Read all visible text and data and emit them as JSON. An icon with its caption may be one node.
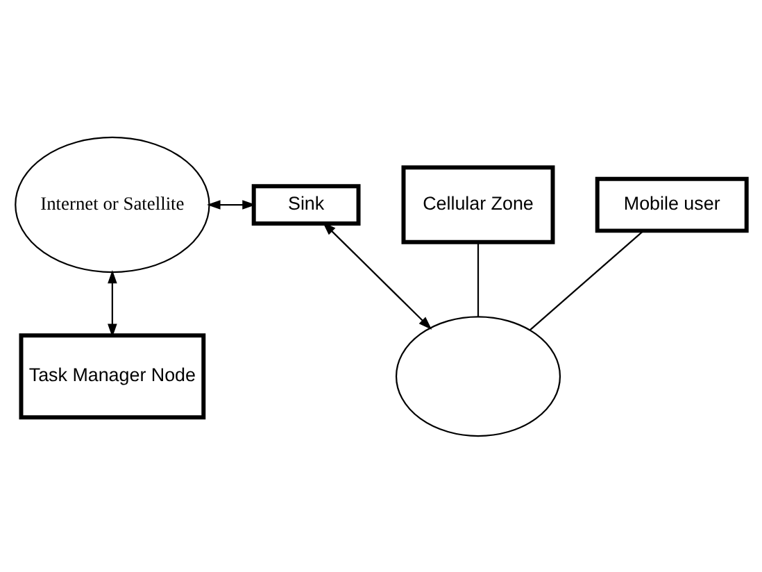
{
  "diagram": {
    "nodes": [
      {
        "text": [
          "Internet or Satellite"
        ]
      },
      {
        "text": [
          "Sink"
        ]
      },
      {
        "text": [],
        "shape": "cloud"
      },
      {
        "text": [
          "Task Manager Node"
        ]
      },
      {
        "text": [
          "Cellular Zone"
        ]
      },
      {
        "text": [
          "Mobile user"
        ]
      }
    ],
    "edges": [
      {
        "from": 0,
        "to": 1,
        "arrow": "both"
      },
      {
        "from": 1,
        "to": 2,
        "arrow": "both"
      },
      {
        "from": 3,
        "to": 0,
        "arrow": "both"
      },
      {
        "from": 4,
        "to": 2,
        "arrow": "none"
      },
      {
        "from": 5,
        "to": 2,
        "arrow": "none"
      }
    ]
  }
}
